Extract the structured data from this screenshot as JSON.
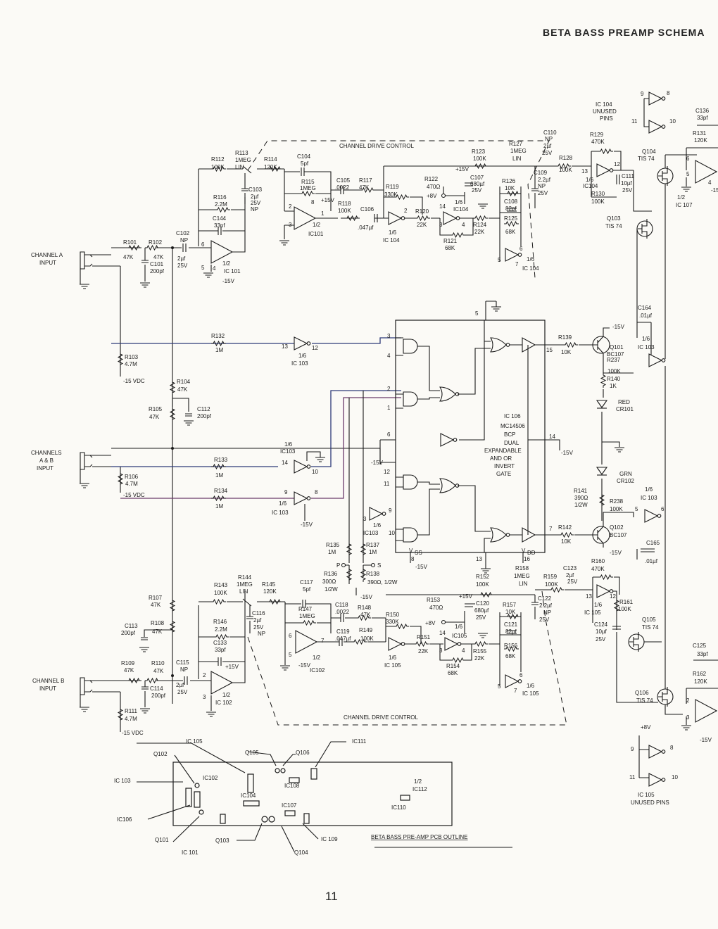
{
  "header": {
    "title": "BETA BASS PREAMP SCHEMA"
  },
  "footer": {
    "page_number": "11"
  },
  "inputs": {
    "a": [
      "CHANNEL A",
      "INPUT"
    ],
    "ab": [
      "CHANNELS",
      "A & B",
      "INPUT"
    ],
    "b": [
      "CHANNEL B",
      "INPUT"
    ]
  },
  "sections": {
    "drive_top": "CHANNEL DRIVE CONTROL",
    "drive_bottom": "CHANNEL DRIVE CONTROL",
    "ic106": [
      "IC 106",
      "MC14506",
      "BCP",
      "DUAL",
      "EXPANDABLE",
      "AND OR",
      "INVERT",
      "GATE"
    ],
    "ic104_unused": [
      "IC 104",
      "UNUSED",
      "PINS"
    ],
    "ic105_unused": [
      "IC 105",
      "UNUSED PINS"
    ],
    "pcb_title": "BETA BASS PRE-AMP PCB OUTLINE"
  },
  "leds": {
    "red": [
      "RED",
      "CR101"
    ],
    "green": [
      "GRN",
      "CR102"
    ]
  },
  "supply": {
    "neg15": "-15V",
    "neg15vdc": "-15 VDC",
    "pos15": "+15V",
    "pos8": "+8V"
  },
  "components": {
    "r101": [
      "R101",
      "47K"
    ],
    "r102": [
      "R102",
      "47K"
    ],
    "c101": [
      "C101",
      "200pf"
    ],
    "c102": [
      "C102",
      "NP",
      "2µf",
      "25V"
    ],
    "r103": [
      "R103",
      "4.7M"
    ],
    "r104": [
      "R104",
      "47K"
    ],
    "r105": [
      "R105",
      "47K"
    ],
    "c112": [
      "C112",
      "200pf"
    ],
    "r106": [
      "R106",
      "4.7M"
    ],
    "r107": [
      "R107",
      "47K"
    ],
    "r108": [
      "R108",
      "47K"
    ],
    "c113": [
      "C113",
      "200pf"
    ],
    "r109": [
      "R109",
      "47K"
    ],
    "r110": [
      "R110",
      "47K"
    ],
    "c114": [
      "C114",
      "200pf"
    ],
    "c115": [
      "C115",
      "NP",
      "2µf",
      "25V"
    ],
    "r111": [
      "R111",
      "4.7M"
    ],
    "r112": [
      "R112",
      "100K"
    ],
    "r113": [
      "R113",
      "1MEG",
      "LIN"
    ],
    "r114": [
      "R114",
      "120K"
    ],
    "c103": [
      "C103",
      "2µf",
      "25V",
      "NP"
    ],
    "r116": [
      "R116",
      "2.2M"
    ],
    "c144": [
      "C144",
      "33pf"
    ],
    "c104": [
      "C104",
      "5pf"
    ],
    "r115": [
      "R115",
      "1MEG"
    ],
    "c105": [
      "C105",
      ".0022"
    ],
    "r117": [
      "R117",
      "47K"
    ],
    "r118": [
      "R118",
      "100K"
    ],
    "c106": [
      "C106",
      ".047µf"
    ],
    "r119": [
      "R119",
      "330K"
    ],
    "r120": [
      "R120",
      "22K"
    ],
    "r121": [
      "R121",
      "68K"
    ],
    "r122": [
      "R122",
      "470Ω"
    ],
    "c107": [
      "C107",
      "680µf",
      "25V"
    ],
    "r123": [
      "R123",
      "100K"
    ],
    "r124": [
      "R124",
      "22K"
    ],
    "r125": [
      "R125",
      "68K"
    ],
    "r126": [
      "R126",
      "10K"
    ],
    "c108": [
      "C108",
      "82pf"
    ],
    "r127": [
      "R127",
      "1MEG",
      "LIN"
    ],
    "c109": [
      "C109",
      "2.2µf",
      "NP",
      "25V"
    ],
    "c110": [
      "C110",
      "NP",
      "2µf",
      "25V"
    ],
    "r128": [
      "R128",
      "100K"
    ],
    "r129": [
      "R129",
      "470K"
    ],
    "c111": [
      "C111",
      "10µf",
      "25V"
    ],
    "r130": [
      "R130",
      "100K"
    ],
    "q103": [
      "Q103",
      "TIS 74"
    ],
    "q104": [
      "Q104",
      "TIS 74"
    ],
    "c136": [
      "C136",
      "33pf"
    ],
    "r131": [
      "R131",
      "120K"
    ],
    "r132": [
      "R132",
      "1M"
    ],
    "r133": [
      "R133",
      "1M"
    ],
    "r134": [
      "R134",
      "1M"
    ],
    "r135": [
      "R135",
      "1M"
    ],
    "r136": [
      "R136",
      "300Ω",
      "1/2W"
    ],
    "r137": [
      "R137",
      "1M"
    ],
    "r138": [
      "R138",
      "390Ω, 1/2W"
    ],
    "r139": [
      "R139",
      "10K"
    ],
    "q101": [
      "Q101",
      "BC107"
    ],
    "r237": [
      "R237",
      "100K"
    ],
    "r140": [
      "R140",
      "1K"
    ],
    "c164": [
      "C164",
      ".01µf"
    ],
    "r141": [
      "R141",
      "390Ω",
      "1/2W"
    ],
    "r238": [
      "R238",
      "100K"
    ],
    "r142": [
      "R142",
      "10K"
    ],
    "q102": [
      "Q102",
      "BC107"
    ],
    "c165": [
      "C165",
      ".01µf"
    ],
    "r143": [
      "R143",
      "100K"
    ],
    "r144": [
      "R144",
      "1MEG",
      "LIN"
    ],
    "r145": [
      "R145",
      "120K"
    ],
    "c116": [
      "C116",
      "2µf",
      "25V",
      "NP"
    ],
    "r146": [
      "R146",
      "2.2M"
    ],
    "c133": [
      "C133",
      "33pf"
    ],
    "c117": [
      "C117",
      "5pf"
    ],
    "r147": [
      "R147",
      "1MEG"
    ],
    "c118": [
      "C118",
      ".0022"
    ],
    "r148": [
      "R148",
      "47K"
    ],
    "c119": [
      "C119",
      ".047µf"
    ],
    "r149": [
      "R149",
      "100K"
    ],
    "r150": [
      "R150",
      "330K"
    ],
    "r151": [
      "R151",
      "22K"
    ],
    "r153": [
      "R153",
      "470Ω"
    ],
    "c120": [
      "C120",
      "680µf",
      "25V"
    ],
    "r152": [
      "R152",
      "100K"
    ],
    "r155": [
      "R155",
      "22K"
    ],
    "r154": [
      "R154",
      "68K"
    ],
    "r157": [
      "R157",
      "10K"
    ],
    "c121": [
      "C121",
      "82pf"
    ],
    "r156": [
      "R156",
      "68K"
    ],
    "r158": [
      "R158",
      "1MEG",
      "LIN"
    ],
    "c122": [
      "C122",
      "2.2µf",
      "NP",
      "25V"
    ],
    "c123": [
      "C123",
      "2µf",
      "25V"
    ],
    "r159": [
      "R159",
      "100K"
    ],
    "r160": [
      "R160",
      "470K"
    ],
    "r161": [
      "R161",
      "100K"
    ],
    "c124": [
      "C124",
      "10µf",
      "25V"
    ],
    "q105": [
      "Q105",
      "TIS 74"
    ],
    "q106": [
      "Q106",
      "TIS 74"
    ],
    "c125": [
      "C125",
      "33pf"
    ],
    "r162": [
      "R162",
      "120K"
    ]
  },
  "ics": {
    "ic101a": [
      "1/2",
      "IC 101"
    ],
    "ic101b": [
      "1/2",
      "IC101"
    ],
    "ic102a": [
      "1/2",
      "IC102"
    ],
    "ic102b": [
      "1/2",
      "IC 102"
    ],
    "ic103a": [
      "1/6",
      "IC 103"
    ],
    "ic103b": [
      "1/6",
      "IC103"
    ],
    "ic103c": [
      "1/6",
      "IC 103"
    ],
    "ic103d": [
      "1/6",
      "IC103"
    ],
    "ic103e": [
      "1/6",
      "IC 103"
    ],
    "ic103f": [
      "1/6",
      "IC 103"
    ],
    "ic104a": [
      "1/6",
      "IC 104"
    ],
    "ic104b": [
      "1/6",
      "IC104"
    ],
    "ic104c": [
      "1/6",
      "IC 104"
    ],
    "ic104d": [
      "1/6",
      "IC104"
    ],
    "ic105a": [
      "1/6",
      "IC 105"
    ],
    "ic105b": [
      "1/6",
      "IC105"
    ],
    "ic105c": [
      "1/6",
      "IC 105"
    ],
    "ic105d": [
      "1/6",
      "IC 105"
    ],
    "ic107": [
      "1/2",
      "IC 107"
    ]
  },
  "pcb": {
    "ic101": "IC 101",
    "ic102": "IC102",
    "ic103": "IC 103",
    "ic104": "IC104",
    "ic105": "IC 105",
    "ic106": "IC106",
    "ic107": "IC107",
    "ic108": "IC108",
    "ic109": "IC 109",
    "ic110": "IC110",
    "ic111": "IC111",
    "ic112": [
      "1/2",
      "IC112"
    ],
    "q101": "Q101",
    "q102": "Q102",
    "q103": "Q103",
    "q104": "Q104",
    "q105": "Q105",
    "q106": "Q106"
  },
  "colors": {
    "ink": "#1a1a1a",
    "paper": "#fbfaf6",
    "trace_blue": "#2d3a78",
    "trace_purple": "#6a3a6a"
  }
}
